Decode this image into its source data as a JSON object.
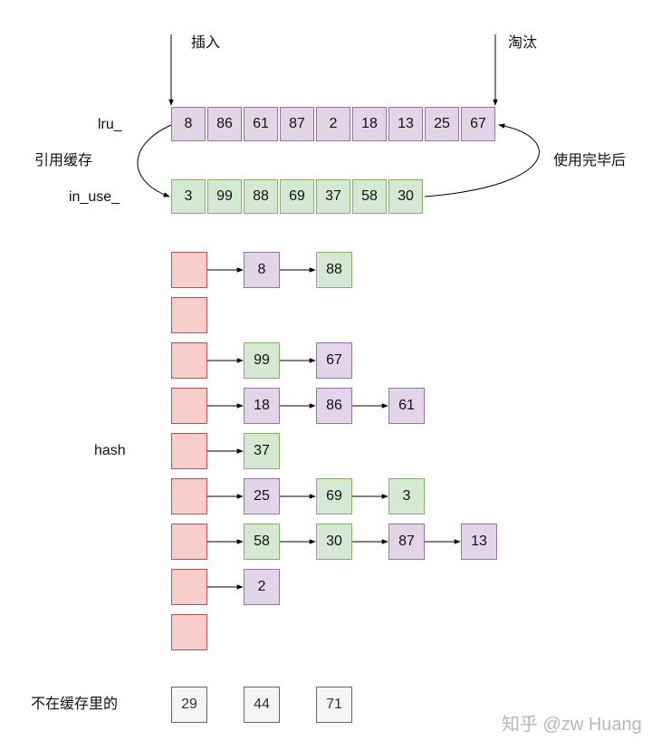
{
  "labels": {
    "insert": "插入",
    "evict": "淘汰",
    "lru": "lru_",
    "ref_cache": "引用缓存",
    "after_use": "使用完毕后",
    "in_use": "in_use_",
    "hash": "hash",
    "not_cached": "不在缓存里的"
  },
  "lru_list": [
    "8",
    "86",
    "61",
    "87",
    "2",
    "18",
    "13",
    "25",
    "67"
  ],
  "in_use_list": [
    "3",
    "99",
    "88",
    "69",
    "37",
    "58",
    "30"
  ],
  "hash_buckets": [
    [
      {
        "v": "8",
        "c": "purple"
      },
      {
        "v": "88",
        "c": "green"
      }
    ],
    [],
    [
      {
        "v": "99",
        "c": "green"
      },
      {
        "v": "67",
        "c": "purple"
      }
    ],
    [
      {
        "v": "18",
        "c": "purple"
      },
      {
        "v": "86",
        "c": "purple"
      },
      {
        "v": "61",
        "c": "purple"
      }
    ],
    [
      {
        "v": "37",
        "c": "green"
      }
    ],
    [
      {
        "v": "25",
        "c": "purple"
      },
      {
        "v": "69",
        "c": "green"
      },
      {
        "v": "3",
        "c": "green"
      }
    ],
    [
      {
        "v": "58",
        "c": "green"
      },
      {
        "v": "30",
        "c": "green"
      },
      {
        "v": "87",
        "c": "purple"
      },
      {
        "v": "13",
        "c": "purple"
      }
    ],
    [
      {
        "v": "2",
        "c": "purple"
      }
    ],
    []
  ],
  "not_cached": [
    "29",
    "44",
    "71"
  ],
  "colors": {
    "lru_fill": "#e1d5e7",
    "in_use_fill": "#d5e8d4",
    "bucket_fill": "#f8cecc",
    "uncached_fill": "#f5f5f5"
  },
  "watermark": "知乎 @zw Huang"
}
